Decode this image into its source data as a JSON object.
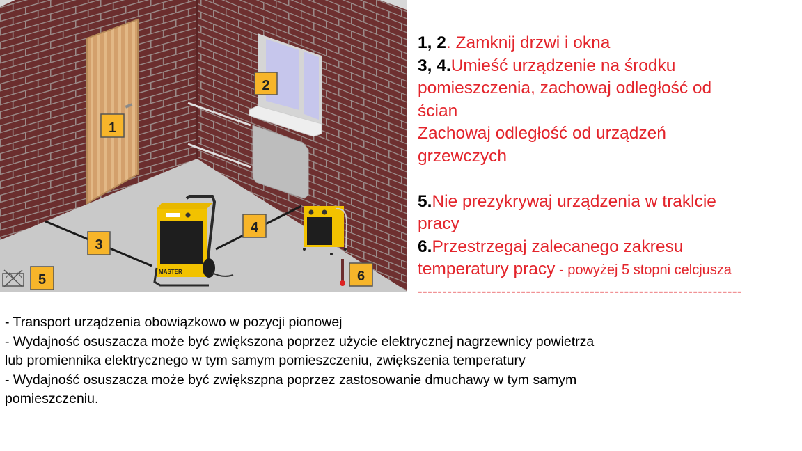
{
  "illustration": {
    "markers": [
      {
        "id": "1",
        "label": "1",
        "target": "door"
      },
      {
        "id": "2",
        "label": "2",
        "target": "window"
      },
      {
        "id": "3",
        "label": "3",
        "target": "wall-distance"
      },
      {
        "id": "4",
        "label": "4",
        "target": "heater-distance"
      },
      {
        "id": "5",
        "label": "5",
        "target": "do-not-cover"
      },
      {
        "id": "6",
        "label": "6",
        "target": "temperature"
      }
    ],
    "brand_label": "MASTER",
    "colors": {
      "brick": "#6b2e2e",
      "mortar": "#9a8a88",
      "floor": "#c8c8c8",
      "marker_fill": "#f7b52a",
      "device_yellow": "#f2c200",
      "door": "#d8a873",
      "window_glass": "#c9c9ec"
    }
  },
  "instructions": {
    "step12": {
      "num": "1, 2",
      "text": ". Zamknij drzwi i okna"
    },
    "step34": {
      "num": "3, 4.",
      "text_line1": "Umieść urządzenie na środku",
      "text_line2": "pomieszczenia, zachowaj odległość od",
      "text_line3": "ścian",
      "text_line4": "Zachowaj odległość od urządzeń",
      "text_line5": "grzewczych"
    },
    "step5": {
      "num": "5.",
      "text_line1": "Nie prezykrywaj urządzenia w traklcie",
      "text_line2": "pracy"
    },
    "step6": {
      "num": "6.",
      "text_line1": "Przestrzegaj zalecanego zakresu",
      "text_line2": "temperatury pracy",
      "text_small": " - powyżej 5 stopni celcjusza"
    },
    "separator": "------------------------------------------------------------------",
    "colors": {
      "text": "#e3242b",
      "number": "#000000"
    }
  },
  "notes": [
    "- Transport urządzenia obowiązkowo w pozycji pionowej",
    "- Wydajność osuszacza może być zwiększona poprzez użycie elektrycznej nagrzewnicy powietrza",
    "lub promiennika elektrycznego w tym samym pomieszczeniu, zwiększenia temperatury",
    "- Wydajność osuszacza może być zwiększpna poprzez zastosowanie dmuchawy w tym samym",
    "pomieszczeniu."
  ]
}
